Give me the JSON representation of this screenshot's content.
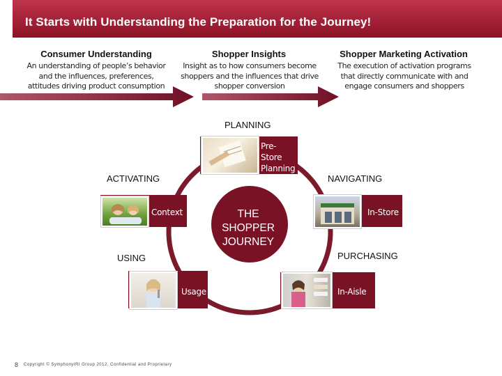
{
  "title": "It Starts with Understanding the Preparation for the Journey!",
  "columns": [
    {
      "heading": "Consumer Understanding",
      "description": [
        "An understanding of people’s behavior",
        "and the influences, preferences,",
        "attitudes driving product consumption"
      ]
    },
    {
      "heading": "Shopper Insights",
      "description": [
        "Insight as to how consumers become",
        "shoppers and the influences that drive",
        "shopper conversion"
      ]
    },
    {
      "heading": "Shopper Marketing Activation",
      "description": [
        "The execution of activation programs",
        "that directly communicate with and",
        "engage consumers and shoppers"
      ]
    }
  ],
  "journey": {
    "center": [
      "THE",
      "SHOPPER",
      "JOURNEY"
    ],
    "stages": {
      "planning": {
        "label": "PLANNING",
        "box_lines": [
          "Pre-",
          "Store",
          "Planning"
        ]
      },
      "activating": {
        "label": "ACTIVATING",
        "box": "Context"
      },
      "navigating": {
        "label": "NAVIGATING",
        "box": "In-Store"
      },
      "using": {
        "label": "USING",
        "box": "Usage"
      },
      "purchasing": {
        "label": "PURCHASING",
        "box": "In-Aisle"
      }
    }
  },
  "footer": {
    "page_number": "8",
    "copyright": "Copyright © SymphonyIRI Group 2012. Confidential and Proprietary"
  },
  "colors": {
    "brand": "#8c1226",
    "brand_light": "#c0344a",
    "arrow": "#7a1a2a"
  },
  "icons": [
    "planning-photo",
    "activating-photo",
    "navigating-photo",
    "using-photo",
    "purchasing-photo"
  ]
}
